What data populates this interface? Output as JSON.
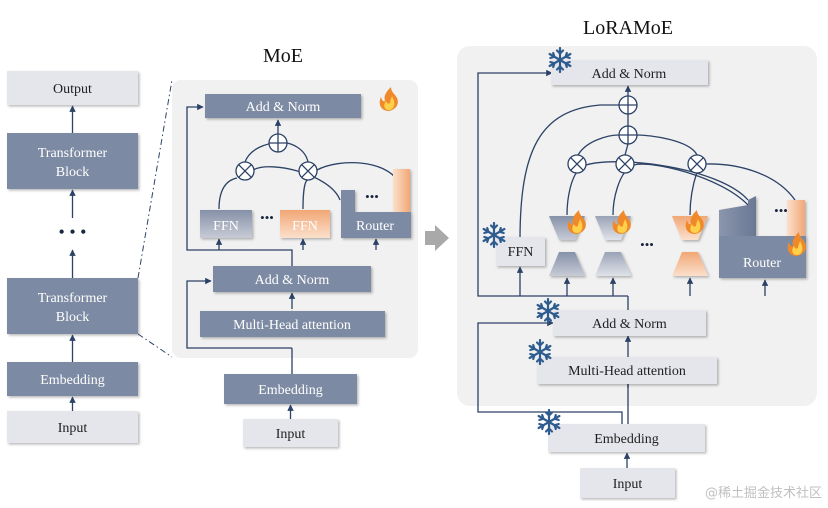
{
  "left_stack": {
    "output": "Output",
    "transformer_top": [
      "Transformer",
      "Block"
    ],
    "ellipsis": "• • •",
    "transformer_bottom": [
      "Transformer",
      "Block"
    ],
    "embedding": "Embedding",
    "input": "Input"
  },
  "moe": {
    "title": "MoE",
    "add_norm_top": "Add & Norm",
    "ffn_1": "FFN",
    "ffn_2": "FFN",
    "dots": "•••",
    "router": "Router",
    "router_dots": "•••",
    "add_norm_mid": "Add & Norm",
    "attention": "Multi-Head attention",
    "embedding": "Embedding",
    "input": "Input"
  },
  "loramoe": {
    "title": "LoRAMoE",
    "add_norm_top": "Add & Norm",
    "ffn": "FFN",
    "dots": "•••",
    "router": "Router",
    "router_dots": "•••",
    "add_norm_mid": "Add & Norm",
    "attention": "Multi-Head attention",
    "embedding": "Embedding",
    "input": "Input"
  },
  "watermark": "@稀土掘金技术社区",
  "colors": {
    "dark_block": "#7d8aa3",
    "light_block": "#e4e6ec",
    "panel": "#f1f1f1",
    "line": "#2c4266",
    "flame": "#f0892a",
    "snowflake": "#2f5c8e",
    "expert_orange": "#f4b995"
  },
  "icons": {
    "trainable": "flame-icon",
    "frozen": "snowflake-icon"
  }
}
